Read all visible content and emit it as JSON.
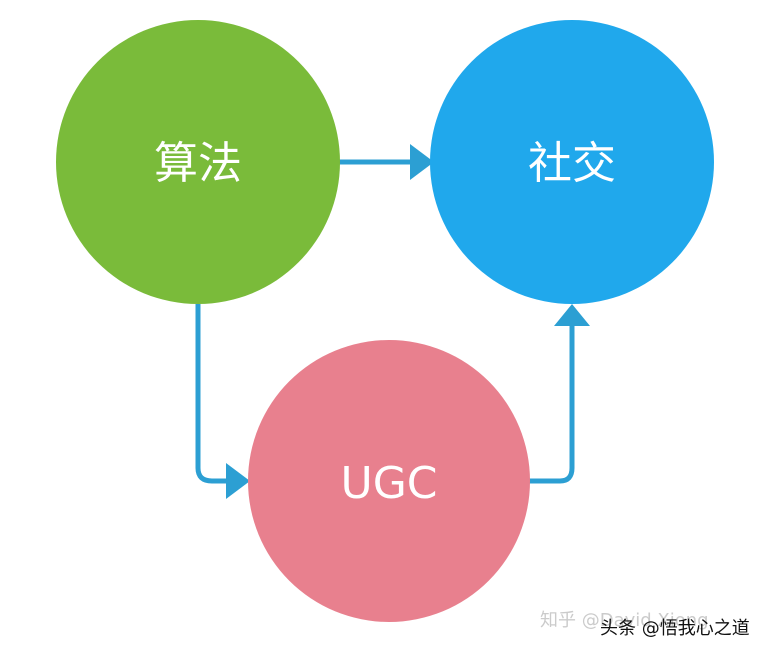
{
  "nodes": {
    "algorithm": {
      "label": "算法",
      "color": "#7ABB3A"
    },
    "social": {
      "label": "社交",
      "color": "#20A8EC"
    },
    "ugc": {
      "label": "UGC",
      "color": "#E8808E"
    }
  },
  "edges": [
    {
      "from": "algorithm",
      "to": "social"
    },
    {
      "from": "algorithm",
      "to": "ugc"
    },
    {
      "from": "ugc",
      "to": "social"
    }
  ],
  "arrow_color": "#2C9FD3",
  "watermarks": {
    "zhihu": "知乎 @David Xiong",
    "toutiao": "头条 @悟我心之道"
  }
}
